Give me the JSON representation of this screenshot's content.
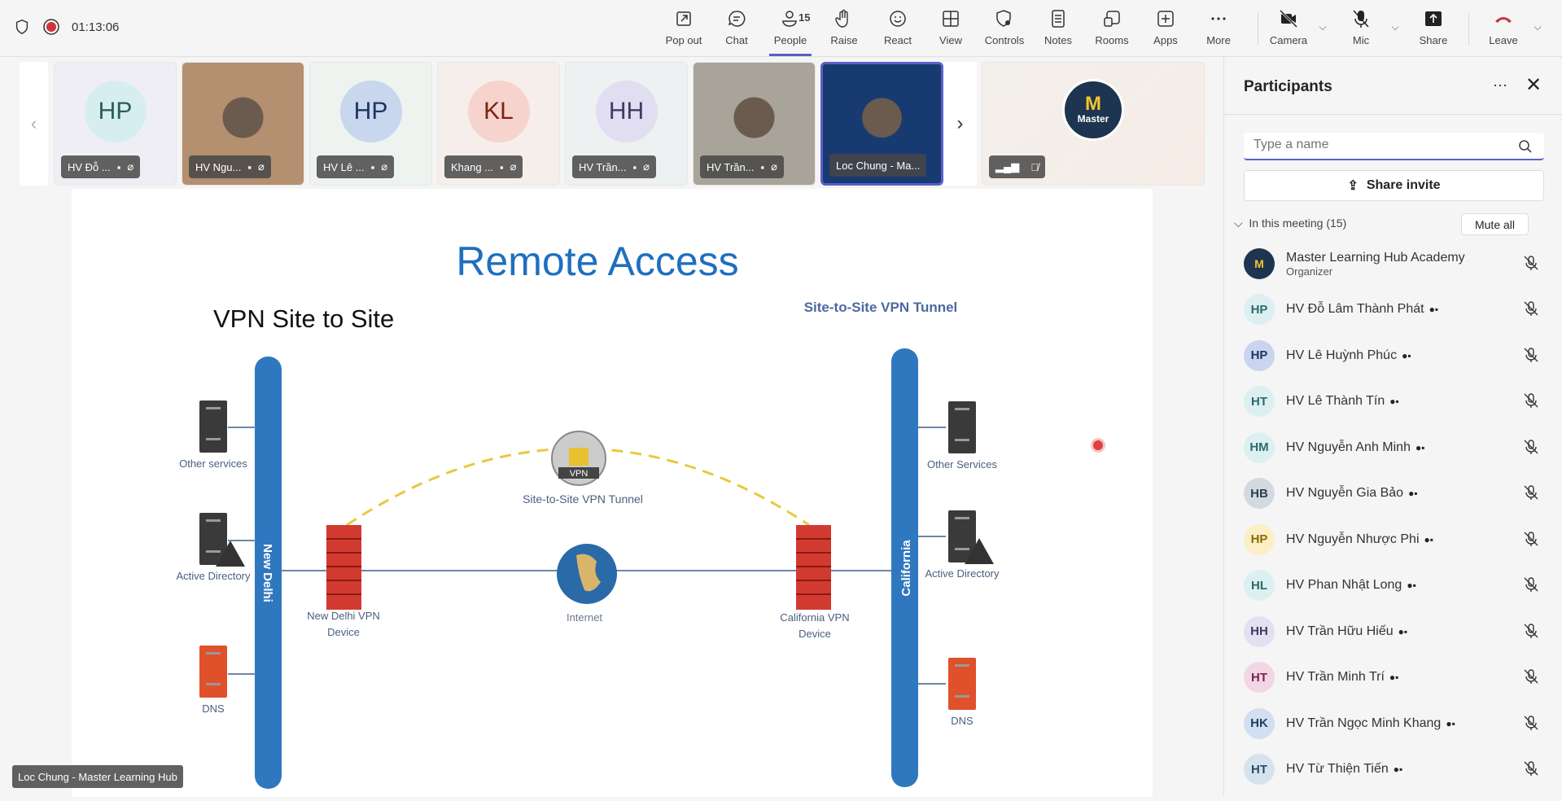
{
  "meeting": {
    "timer": "01:13:06"
  },
  "toolbar": [
    {
      "id": "popout",
      "label": "Pop out",
      "icon": "pop-out-icon"
    },
    {
      "id": "chat",
      "label": "Chat",
      "icon": "chat-icon"
    },
    {
      "id": "people",
      "label": "People",
      "icon": "people-icon",
      "badge": "15",
      "active": true
    },
    {
      "id": "raise",
      "label": "Raise",
      "icon": "hand-icon"
    },
    {
      "id": "react",
      "label": "React",
      "icon": "smiley-icon"
    },
    {
      "id": "view",
      "label": "View",
      "icon": "grid-icon"
    },
    {
      "id": "controls",
      "label": "Controls",
      "icon": "shield-gear-icon"
    },
    {
      "id": "notes",
      "label": "Notes",
      "icon": "notes-icon"
    },
    {
      "id": "rooms",
      "label": "Rooms",
      "icon": "rooms-icon"
    },
    {
      "id": "apps",
      "label": "Apps",
      "icon": "plus-icon"
    },
    {
      "id": "more",
      "label": "More",
      "icon": "ellipsis-icon"
    },
    {
      "id": "camera",
      "label": "Camera",
      "icon": "camera-off-icon"
    },
    {
      "id": "mic",
      "label": "Mic",
      "icon": "mic-off-icon"
    },
    {
      "id": "share",
      "label": "Share",
      "icon": "share-icon"
    },
    {
      "id": "leave",
      "label": "Leave",
      "icon": "phone-hangup-icon"
    }
  ],
  "tiles": [
    {
      "name": "HV Đỗ ...",
      "initials": "HP",
      "bg": "#d6eef0",
      "fg": "#2b5e5e",
      "tile": "#f0eef5"
    },
    {
      "name": "HV Ngu...",
      "video": true,
      "tile": "#b49070"
    },
    {
      "name": "HV Lê ...",
      "initials": "HP",
      "bg": "#c8d6ee",
      "fg": "#1f3563",
      "tile": "#eef3ef"
    },
    {
      "name": "Khang ...",
      "initials": "KL",
      "bg": "#f6d3cc",
      "fg": "#7a2410",
      "tile": "#f5eeea"
    },
    {
      "name": "HV Trần...",
      "initials": "HH",
      "bg": "#e0def0",
      "fg": "#3f3b66",
      "tile": "#eef1f1"
    },
    {
      "name": "HV Trần...",
      "video": true,
      "tile": "#a8a49a"
    },
    {
      "name": "Loc Chung - Ma...",
      "video": true,
      "tile": "#173a70",
      "active": true
    }
  ],
  "organizer_tile": {
    "logo_text": "Master"
  },
  "caption": "Loc Chung - Master Learning Hub",
  "slide": {
    "title": "Remote Access",
    "subtitle": "VPN Site to Site",
    "diagram_title": "Site-to-Site VPN Tunnel",
    "tunnel_label": "Site-to-Site VPN Tunnel",
    "vpn_badge": "VPN",
    "left_site": "New Delhi",
    "right_site": "California",
    "left_servers": [
      "Other services",
      "Active Directory",
      "DNS"
    ],
    "right_servers": [
      "Other Services",
      "Active Directory",
      "DNS"
    ],
    "left_device": [
      "New Delhi VPN",
      "Device"
    ],
    "right_device": [
      "California VPN",
      "Device"
    ],
    "internet": "Internet"
  },
  "panel": {
    "title": "Participants",
    "search_placeholder": "Type a name",
    "share_invite": "Share invite",
    "section": "In this meeting (15)",
    "mute_all": "Mute all",
    "organizer": {
      "name": "Master Learning Hub Academy",
      "role": "Organizer"
    },
    "participants": [
      {
        "name": "HV Đỗ Lâm Thành Phát",
        "initials": "HP",
        "bg": "#dcf0f2",
        "fg": "#2b6b6b"
      },
      {
        "name": "HV Lê Huỳnh Phúc",
        "initials": "HP",
        "bg": "#c9d5ee",
        "fg": "#1f3563"
      },
      {
        "name": "HV Lê Thành Tín",
        "initials": "HT",
        "bg": "#dcf0f2",
        "fg": "#2b6b6b"
      },
      {
        "name": "HV Nguyễn Anh Minh",
        "initials": "HM",
        "bg": "#dcf0f2",
        "fg": "#2b6b6b"
      },
      {
        "name": "HV Nguyễn Gia Bảo",
        "initials": "HB",
        "bg": "#d3d9e0",
        "fg": "#2e3e50"
      },
      {
        "name": "HV Nguyễn Nhược Phi",
        "initials": "HP",
        "bg": "#fcefc5",
        "fg": "#8a6b00"
      },
      {
        "name": "HV Phan Nhật Long",
        "initials": "HL",
        "bg": "#dcf0f2",
        "fg": "#2b6b6b"
      },
      {
        "name": "HV Trần Hữu Hiếu",
        "initials": "HH",
        "bg": "#e3e0f0",
        "fg": "#3f3b66"
      },
      {
        "name": "HV Trần Minh Trí",
        "initials": "HT",
        "bg": "#f3d6e3",
        "fg": "#7a2550"
      },
      {
        "name": "HV Trần Ngọc Minh Khang",
        "initials": "HK",
        "bg": "#d2dff0",
        "fg": "#1f3f63"
      },
      {
        "name": "HV Từ Thiện Tiến",
        "initials": "HT",
        "bg": "#d6e3ee",
        "fg": "#2b4b6b"
      }
    ]
  }
}
